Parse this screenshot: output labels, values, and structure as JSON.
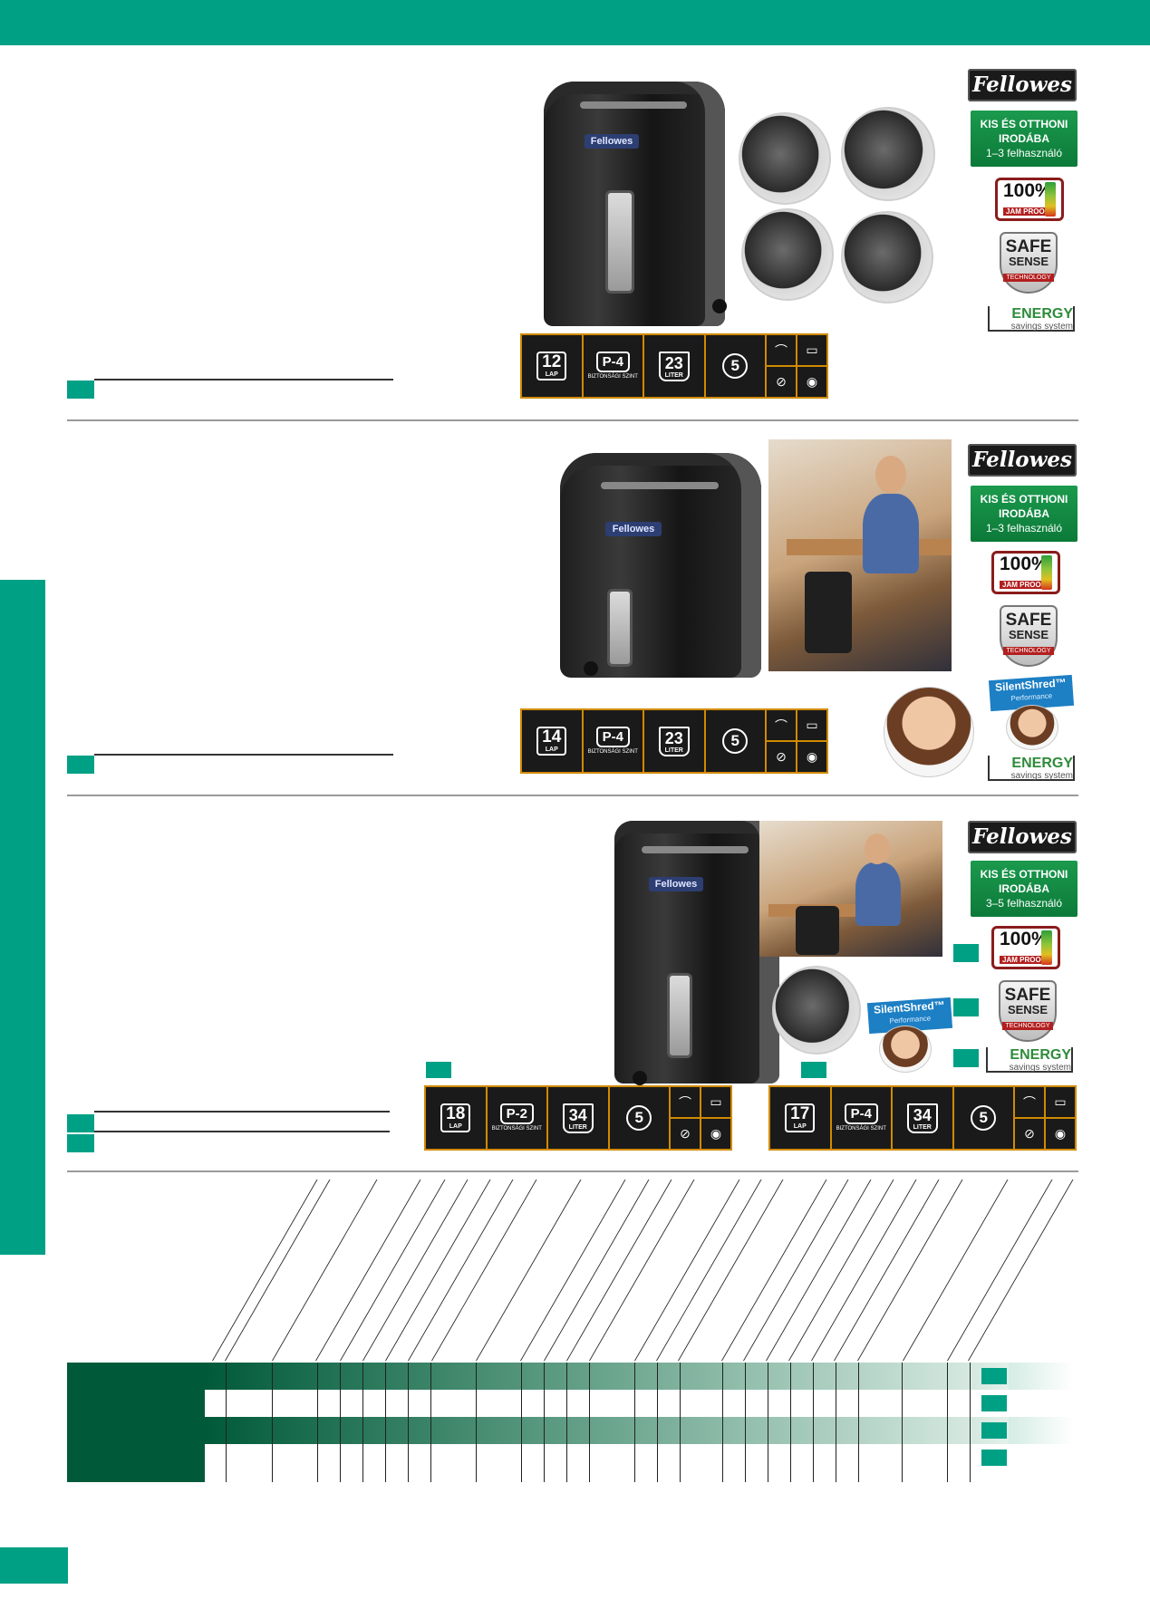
{
  "products": [
    {
      "brand_logo": "Fellowes",
      "usage_badge": {
        "line1": "KIS ÉS OTTHONI",
        "line2": "IRODÁBA",
        "line3": "1–3 felhasználó"
      },
      "badges": {
        "jam_percent": "100%",
        "jam_text": "JAM PROOF",
        "safe1": "SAFE",
        "safe2": "SENSE",
        "safe3": "TECHNOLOGY",
        "energy1": "ENERGY",
        "energy2": "savings system"
      },
      "spec": {
        "sheets": "12",
        "sheets_unit": "LAP",
        "security": "P-4",
        "security_text": "BIZTONSÁGI SZINT",
        "liters": "23",
        "liters_unit": "LITER",
        "ring": "5"
      },
      "unit_logo": "Fellowes"
    },
    {
      "brand_logo": "Fellowes",
      "usage_badge": {
        "line1": "KIS ÉS OTTHONI",
        "line2": "IRODÁBA",
        "line3": "1–3 felhasználó"
      },
      "badges": {
        "jam_percent": "100%",
        "jam_text": "JAM PROOF",
        "safe1": "SAFE",
        "safe2": "SENSE",
        "safe3": "TECHNOLOGY",
        "energy1": "ENERGY",
        "energy2": "savings system",
        "silent1": "SilentShred™",
        "silent2": "Performance"
      },
      "spec": {
        "sheets": "14",
        "sheets_unit": "LAP",
        "security": "P-4",
        "security_text": "BIZTONSÁGI SZINT",
        "liters": "23",
        "liters_unit": "LITER",
        "ring": "5"
      },
      "unit_logo": "Fellowes"
    },
    {
      "brand_logo": "Fellowes",
      "usage_badge": {
        "line1": "KIS ÉS OTTHONI",
        "line2": "IRODÁBA",
        "line3": "3–5 felhasználó"
      },
      "badges": {
        "jam_percent": "100%",
        "jam_text": "JAM PROOF",
        "safe1": "SAFE",
        "safe2": "SENSE",
        "safe3": "TECHNOLOGY",
        "energy1": "ENERGY",
        "energy2": "savings system",
        "silent1": "SilentShred™",
        "silent2": "Performance"
      },
      "spec_a": {
        "sheets": "18",
        "sheets_unit": "LAP",
        "security": "P-2",
        "security_text": "BIZTONSÁGI SZINT",
        "liters": "34",
        "liters_unit": "LITER",
        "ring": "5"
      },
      "spec_b": {
        "sheets": "17",
        "sheets_unit": "LAP",
        "security": "P-4",
        "security_text": "BIZTONSÁGI SZINT",
        "liters": "34",
        "liters_unit": "LITER",
        "ring": "5"
      },
      "unit_logo": "Fellowes"
    }
  ],
  "icons": [
    "staple-icon",
    "card-icon",
    "paperclip-icon",
    "cd-icon"
  ],
  "colors": {
    "accent": "#00a085",
    "table_dark": "#005a3a",
    "spec_border": "#d08a00"
  }
}
